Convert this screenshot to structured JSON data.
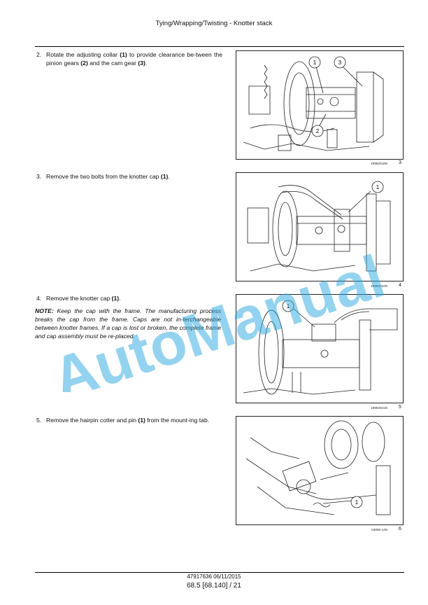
{
  "header": {
    "title": "Tying/Wrapping/Twisting - Knotter stack"
  },
  "steps": [
    {
      "num": "2.",
      "html_parts": [
        "Rotate the adjusting collar ",
        "(1)",
        " to provide clearance be-tween the pinion gears ",
        "(2)",
        " and the cam gear ",
        "(3)",
        "."
      ]
    },
    {
      "num": "3.",
      "html_parts": [
        "Remove the two bolts from the knotter cap ",
        "(1)",
        "."
      ]
    },
    {
      "num": "4.",
      "html_parts": [
        "Remove the knotter cap ",
        "(1)",
        "."
      ]
    },
    {
      "num": "5.",
      "html_parts": [
        "Remove the hairpin cotter and pin ",
        "(1)",
        " from the mount-ing tab."
      ]
    }
  ],
  "note": {
    "label": "NOTE:",
    "text": " Keep the cap with the frame. The manufacturing process breaks the cap from the frame. Caps are not in-terchangeable between knotter frames. If a cap is lost or broken, the complete frame and cap assembly must be re-placed."
  },
  "figures": [
    {
      "id": "19982018N",
      "num": "3",
      "callouts": [
        "1",
        "3",
        "2"
      ]
    },
    {
      "id": "19982022N",
      "num": "4",
      "callouts": [
        "1"
      ]
    },
    {
      "id": "19982021N",
      "num": "5",
      "callouts": [
        "1"
      ]
    },
    {
      "id": "A5095-14N",
      "num": "6",
      "callouts": [
        "1"
      ]
    }
  ],
  "watermark": {
    "text": "AutoManual"
  },
  "footer": {
    "doc": "47917636 06/11/2015",
    "page": "68.5 [68.140] / 21"
  }
}
